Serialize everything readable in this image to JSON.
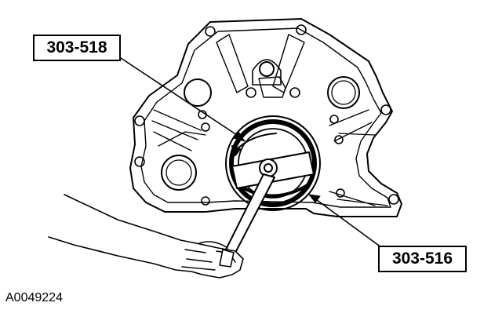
{
  "figure": {
    "callouts": [
      {
        "id": "tool-1",
        "text": "303-518"
      },
      {
        "id": "tool-2",
        "text": "303-516"
      }
    ],
    "figure_number": "A0049224"
  },
  "colors": {
    "line": "#000000",
    "background": "#ffffff"
  }
}
